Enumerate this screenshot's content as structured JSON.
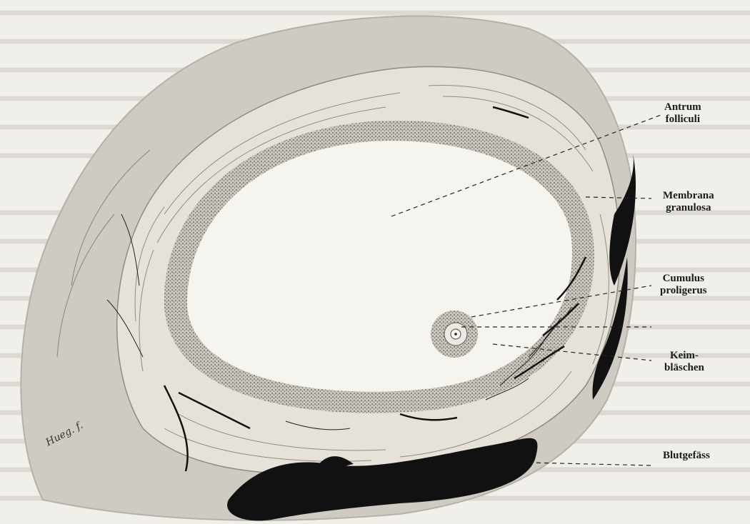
{
  "figure": {
    "labels": [
      {
        "id": "antrum",
        "lines": [
          "Antrum",
          "folliculi"
        ]
      },
      {
        "id": "membrana",
        "lines": [
          "Membrana",
          "granulosa"
        ]
      },
      {
        "id": "cumulus",
        "lines": [
          "Cumulus",
          "proligerus"
        ]
      },
      {
        "id": "keim",
        "lines": [
          "Keim-",
          "bläschen"
        ]
      },
      {
        "id": "blut",
        "lines": [
          "Blutgefäss"
        ]
      }
    ],
    "signature": "Hueg. f."
  }
}
